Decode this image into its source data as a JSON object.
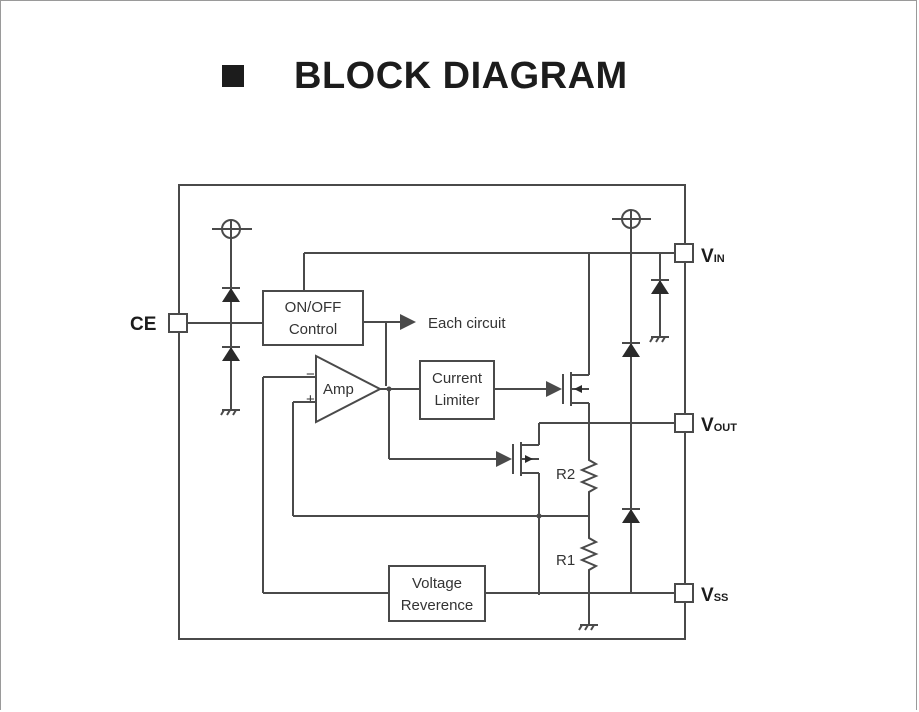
{
  "title": "BLOCK DIAGRAM",
  "pins": {
    "ce": "CE",
    "vin_main": "V",
    "vin_sub": "IN",
    "vout_main": "V",
    "vout_sub": "OUT",
    "vss_main": "V",
    "vss_sub": "SS"
  },
  "blocks": {
    "on_off": [
      "ON/OFF",
      "Control"
    ],
    "amp": "Amp",
    "current_limiter": [
      "Current",
      "Limiter"
    ],
    "voltage_ref": [
      "Voltage",
      "Reverence"
    ]
  },
  "labels": {
    "each_circuit": "Each circuit",
    "r1": "R1",
    "r2": "R2"
  },
  "colors": {
    "line": "#4a4a4a",
    "text": "#1c1c1c"
  }
}
